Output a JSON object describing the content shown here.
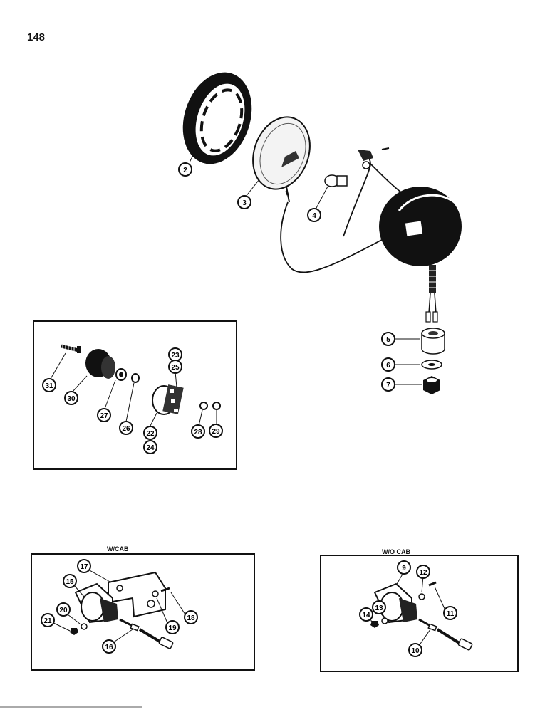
{
  "page_number": "148",
  "panels": {
    "with_cab": "W/CAB",
    "without_cab": "W/O CAB"
  },
  "callouts": {
    "c2": "2",
    "c3": "3",
    "c4": "4",
    "c5": "5",
    "c6": "6",
    "c7": "7",
    "c9": "9",
    "c10": "10",
    "c11": "11",
    "c12": "12",
    "c13": "13",
    "c14": "14",
    "c15": "15",
    "c16": "16",
    "c17": "17",
    "c18": "18",
    "c19": "19",
    "c20": "20",
    "c21": "21",
    "c22": "22",
    "c23": "23",
    "c24": "24",
    "c25": "25",
    "c26": "26",
    "c27": "27",
    "c28": "28",
    "c29": "29",
    "c30": "30",
    "c31": "31"
  }
}
